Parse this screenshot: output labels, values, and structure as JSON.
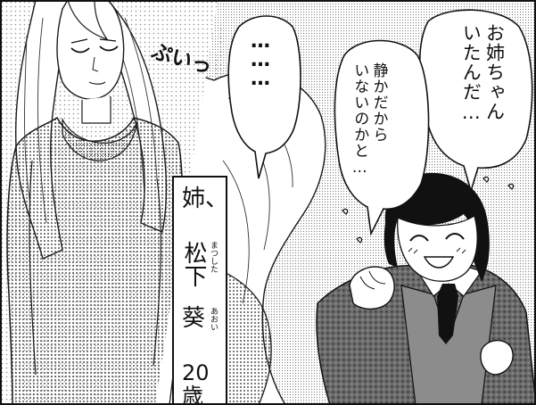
{
  "panels": {
    "right": {
      "speech_bubble_1": "お姉ちゃん\nいたんだ…",
      "speech_bubble_2": "静かだから\nいないのかと…",
      "speech_bubble_3": "………"
    },
    "left": {
      "sound_effect": "ぷいっ"
    }
  },
  "caption": {
    "relation": "姉、",
    "surname": "松下",
    "surname_reading": "まつした",
    "given_name": "葵",
    "given_name_reading": "あおい",
    "age_number": "20",
    "age_suffix": "歳"
  }
}
